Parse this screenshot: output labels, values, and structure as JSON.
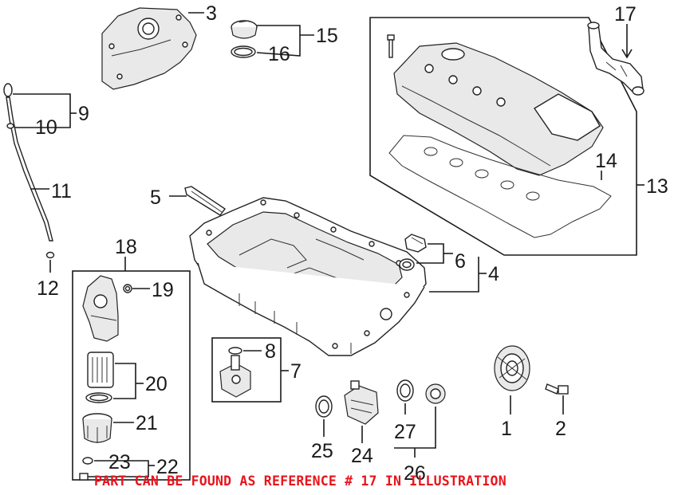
{
  "callouts": {
    "c1": "1",
    "c2": "2",
    "c3": "3",
    "c4": "4",
    "c5": "5",
    "c6": "6",
    "c7": "7",
    "c8": "8",
    "c9": "9",
    "c10": "10",
    "c11": "11",
    "c12": "12",
    "c13": "13",
    "c14": "14",
    "c15": "15",
    "c16": "16",
    "c17": "17",
    "c18": "18",
    "c19": "19",
    "c20": "20",
    "c21": "21",
    "c22": "22",
    "c23": "23",
    "c24": "24",
    "c25": "25",
    "c26": "26",
    "c27": "27"
  },
  "notice": "PART CAN BE FOUND AS REFERENCE # 17 IN ILLUSTRATION",
  "colors": {
    "line": "#1a1a1a",
    "notice": "#e8141c"
  }
}
